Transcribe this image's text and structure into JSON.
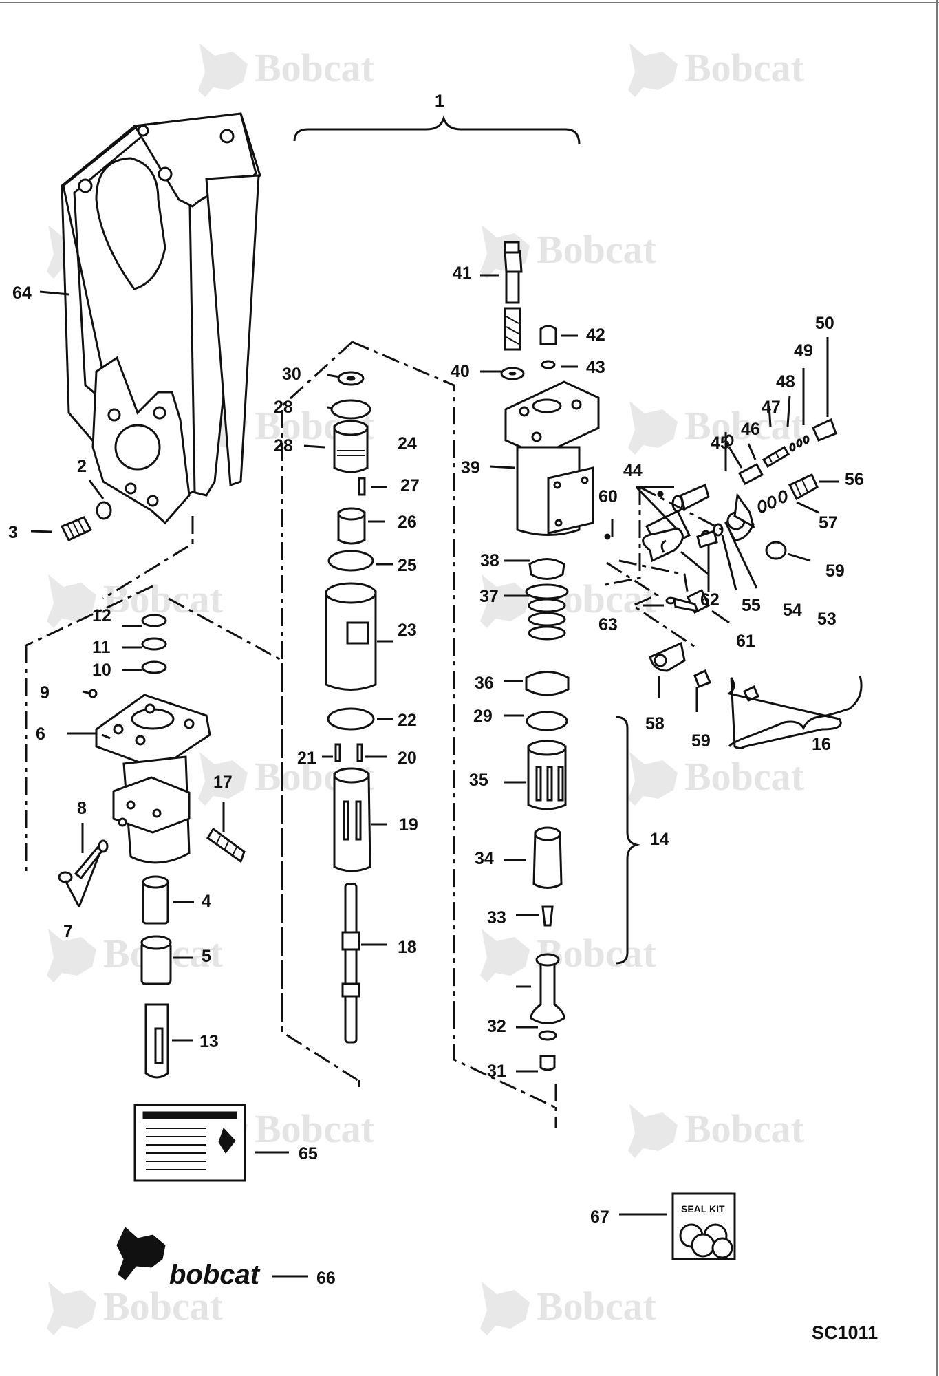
{
  "watermark_text": "Bobcat",
  "drawing_code": "SC1011",
  "seal_kit_label": "SEAL KIT",
  "logo_text": "bobcat",
  "callouts": [
    "1",
    "2",
    "3",
    "4",
    "5",
    "6",
    "7",
    "8",
    "9",
    "10",
    "11",
    "12",
    "13",
    "14",
    "16",
    "17",
    "18",
    "19",
    "20",
    "21",
    "22",
    "23",
    "24",
    "25",
    "26",
    "27",
    "28",
    "28",
    "29",
    "30",
    "31",
    "32",
    "33",
    "34",
    "35",
    "36",
    "37",
    "38",
    "39",
    "40",
    "41",
    "42",
    "43",
    "44",
    "45",
    "46",
    "47",
    "48",
    "49",
    "50",
    "53",
    "54",
    "55",
    "56",
    "57",
    "58",
    "59",
    "59",
    "60",
    "61",
    "62",
    "63",
    "64",
    "65",
    "66",
    "67"
  ]
}
